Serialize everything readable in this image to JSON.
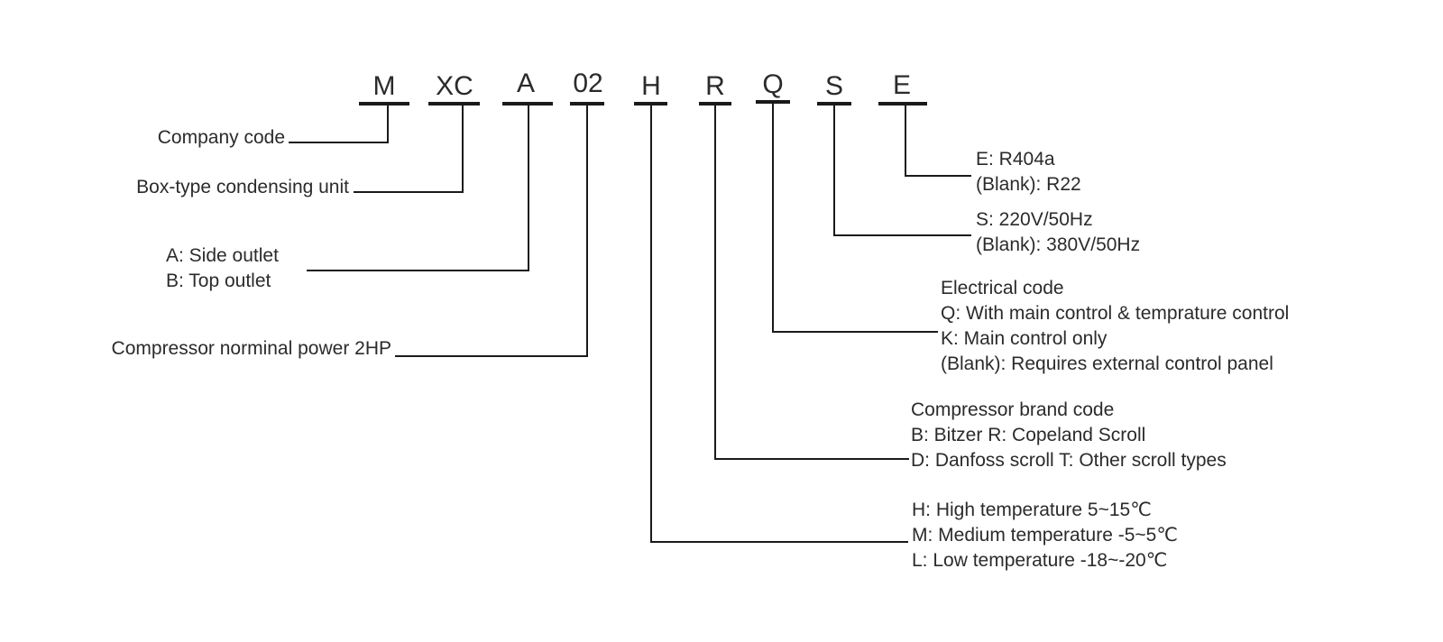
{
  "codes": [
    "M",
    "XC",
    "A",
    "02",
    "H",
    "R",
    "Q",
    "S",
    "E"
  ],
  "left_labels": {
    "company": "Company code",
    "box_type": "Box-type condensing unit",
    "outlet": [
      "A: Side outlet",
      "B: Top outlet"
    ],
    "power": "Compressor norminal power 2HP"
  },
  "right_labels": {
    "refrigerant": [
      "E: R404a",
      "(Blank): R22"
    ],
    "voltage": [
      "S: 220V/50Hz",
      "(Blank): 380V/50Hz"
    ],
    "electrical": [
      "Electrical code",
      "Q: With main control & temprature control",
      "K: Main control only",
      "(Blank): Requires external control panel"
    ],
    "brand": [
      "Compressor brand code",
      "B: Bitzer R: Copeland Scroll",
      "D: Danfoss scroll T: Other scroll types"
    ],
    "temperature": [
      "H: High temperature 5~15℃",
      "M: Medium temperature -5~5℃",
      "L: Low temperature -18~-20℃"
    ]
  }
}
